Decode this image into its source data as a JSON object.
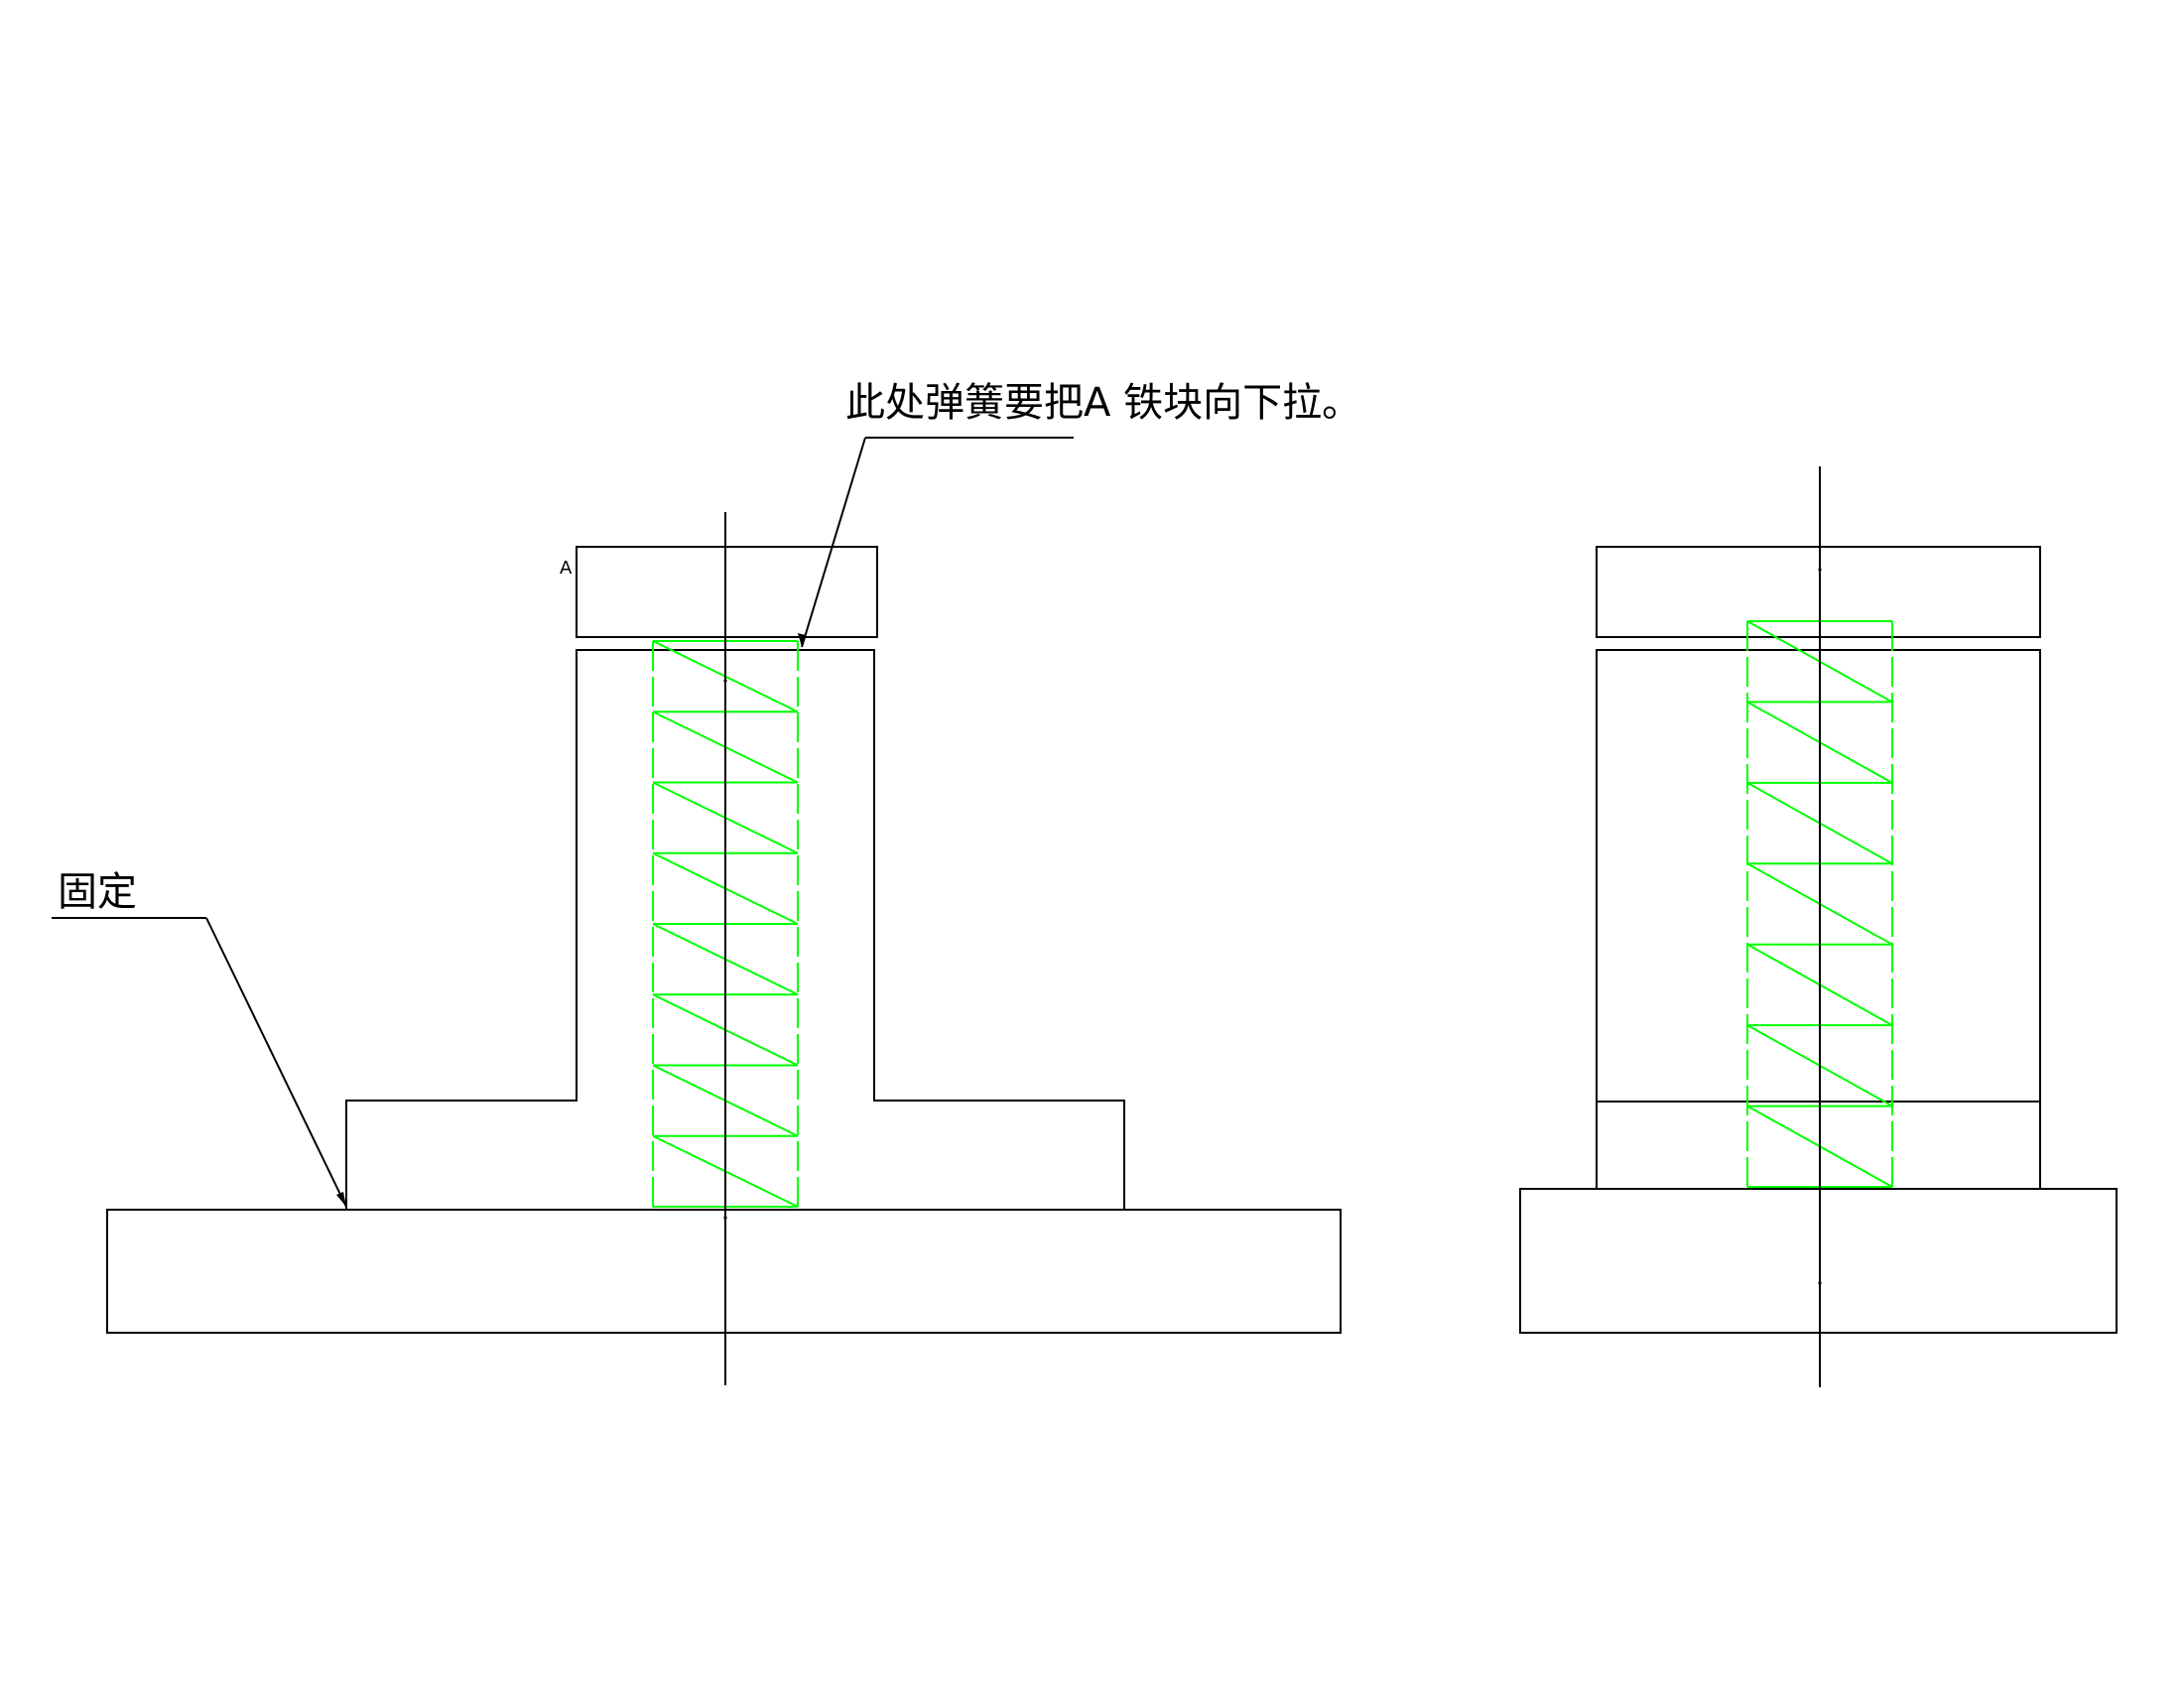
{
  "annotations": {
    "spring_note": "此处弹簧要把A 铁块向下拉。",
    "fixed_note": "固定",
    "block_label": "A"
  },
  "colors": {
    "outline": "#000000",
    "spring": "#00ff00",
    "background": "#ffffff"
  },
  "springs": {
    "left_coils": 8,
    "right_coils": 7
  }
}
